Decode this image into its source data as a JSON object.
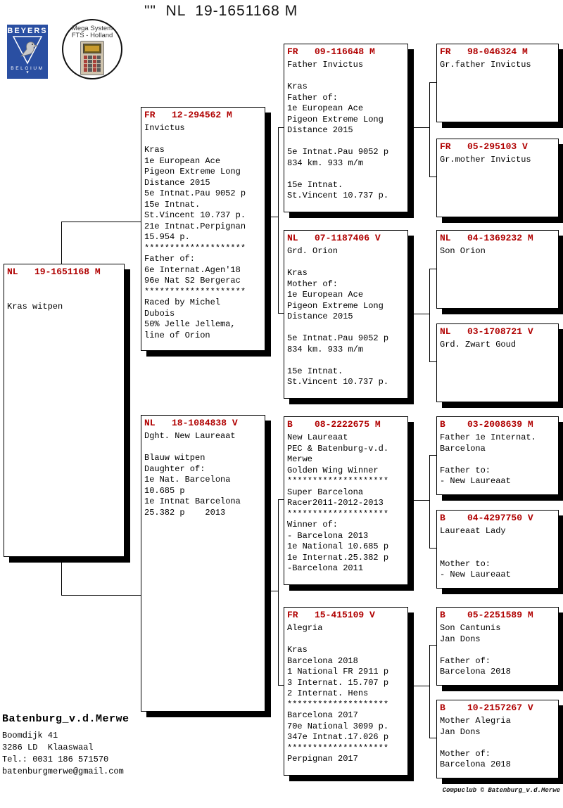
{
  "title": "\"\"  NL  19-1651168 M",
  "accent_color": "#b00000",
  "logos": {
    "beyers": {
      "name": "BEYERS",
      "country": "BELGIUM"
    },
    "mega": {
      "line1": "Mega System",
      "line2": "FTS - Holland"
    }
  },
  "boxes": {
    "g1": {
      "header": "NL   19-1651168 M",
      "body": "\n\nKras witpen"
    },
    "g2a": {
      "header": "FR   12-294562 M",
      "body": "Invictus\n\nKras\n1e European Ace\nPigeon Extreme Long\nDistance 2015\n5e Intnat.Pau 9052 p\n15e Intnat.\nSt.Vincent 10.737 p.\n21e Intnat.Perpignan\n15.954 p.\n********************\nFather of:\n6e Internat.Agen'18\n96e Nat S2 Bergerac\n********************\nRaced by Michel\nDubois\n50% Jelle Jellema,\nline of Orion"
    },
    "g2b": {
      "header": "NL   18-1084838 V",
      "body": "Dght. New Laureaat\n\nBlauw witpen\nDaughter of:\n1e Nat. Barcelona\n10.685 p\n1e Intnat Barcelona\n25.382 p    2013"
    },
    "g3a": {
      "header": "FR   09-116648 M",
      "body": "Father Invictus\n\nKras\nFather of:\n1e European Ace\nPigeon Extreme Long\nDistance 2015\n\n5e Intnat.Pau 9052 p\n834 km. 933 m/m\n\n15e Intnat.\nSt.Vincent 10.737 p."
    },
    "g3b": {
      "header": "NL   07-1187406 V",
      "body": "Grd. Orion\n\nKras\nMother of:\n1e European Ace\nPigeon Extreme Long\nDistance 2015\n\n5e Intnat.Pau 9052 p\n834 km. 933 m/m\n\n15e Intnat.\nSt.Vincent 10.737 p."
    },
    "g3c": {
      "header": "B    08-2222675 M",
      "body": "New Laureaat\nPEC & Batenburg-v.d.\nMerwe\nGolden Wing Winner\n********************\nSuper Barcelona\nRacer2011-2012-2013\n********************\nWinner of:\n- Barcelona 2013\n1e National 10.685 p\n1e Internat.25.382 p\n-Barcelona 2011"
    },
    "g3d": {
      "header": "FR   15-415109 V",
      "body": "Alegria\n\nKras\nBarcelona 2018\n1 National FR 2911 p\n3 Internat. 15.707 p\n2 Internat. Hens\n********************\nBarcelona 2017\n70e National 3099 p.\n347e Intnat.17.026 p\n********************\nPerpignan 2017"
    },
    "g4a": {
      "header": "FR   98-046324 M",
      "body": "Gr.father Invictus"
    },
    "g4b": {
      "header": "FR   05-295103 V",
      "body": "Gr.mother Invictus"
    },
    "g4c": {
      "header": "NL   04-1369232 M",
      "body": "Son Orion"
    },
    "g4d": {
      "header": "NL   03-1708721 V",
      "body": "Grd. Zwart Goud"
    },
    "g4e": {
      "header": "B    03-2008639 M",
      "body": "Father 1e Internat.\nBarcelona\n\nFather to:\n- New Laureaat"
    },
    "g4f": {
      "header": "B    04-4297750 V",
      "body": "Laureaat Lady\n\n\nMother to:\n- New Laureaat"
    },
    "g4g": {
      "header": "B    05-2251589 M",
      "body": "Son Cantunis\nJan Dons\n\nFather of:\nBarcelona 2018"
    },
    "g4h": {
      "header": "B    10-2157267 V",
      "body": "Mother Alegria\nJan Dons\n\nMother of:\nBarcelona 2018"
    }
  },
  "footer": {
    "owner": "Batenburg_v.d.Merwe",
    "address": "Boomdijk 41\n3286 LD  Klaaswaal\nTel.: 0031 186 571570\nbatenburgmerwe@gmail.com",
    "credit": "Compuclub © Batenburg_v.d.Merwe"
  }
}
